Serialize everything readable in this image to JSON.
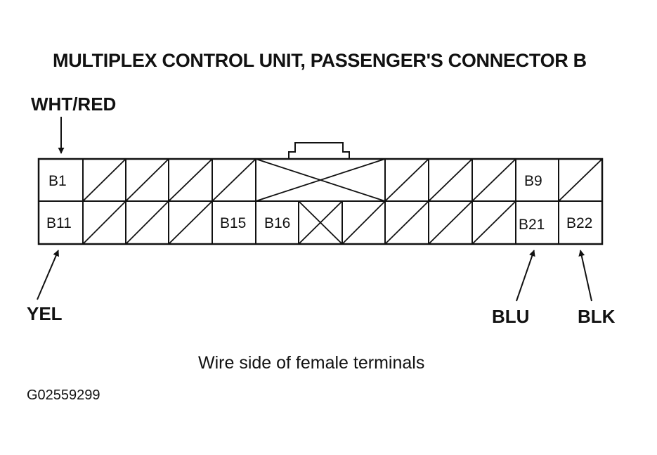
{
  "title": "MULTIPLEX CONTROL UNIT, PASSENGER'S CONNECTOR B",
  "caption": "Wire side of female terminals",
  "figure_id": "G02559299",
  "wires": [
    {
      "color": "WHT/RED",
      "terminal": "B1"
    },
    {
      "color": "YEL",
      "terminal": "B11"
    },
    {
      "color": "BLU",
      "terminal": "B21"
    },
    {
      "color": "BLK",
      "terminal": "B22"
    }
  ],
  "terminals": {
    "B1": "B1",
    "B9": "B9",
    "B11": "B11",
    "B15": "B15",
    "B16": "B16",
    "B21": "B21",
    "B22": "B22"
  }
}
